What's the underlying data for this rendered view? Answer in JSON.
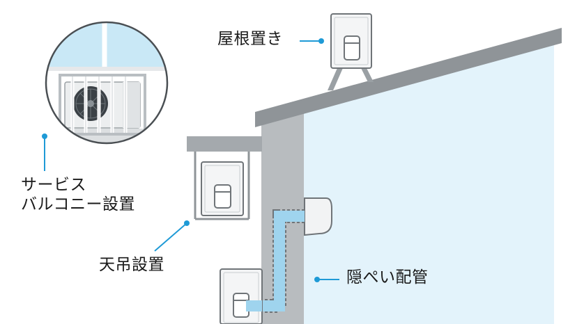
{
  "labels": {
    "roof": "屋根置き",
    "balcony_line1": "サービス",
    "balcony_line2": "バルコニー設置",
    "ceiling": "天吊設置",
    "concealed": "隠ぺい配管"
  },
  "colors": {
    "accent": "#1e9ad6",
    "wall_fill": "#e3f3fb",
    "wall_gray": "#b8bcbf",
    "roof_gray": "#8f9498",
    "pipe": "#9fd4ee"
  }
}
